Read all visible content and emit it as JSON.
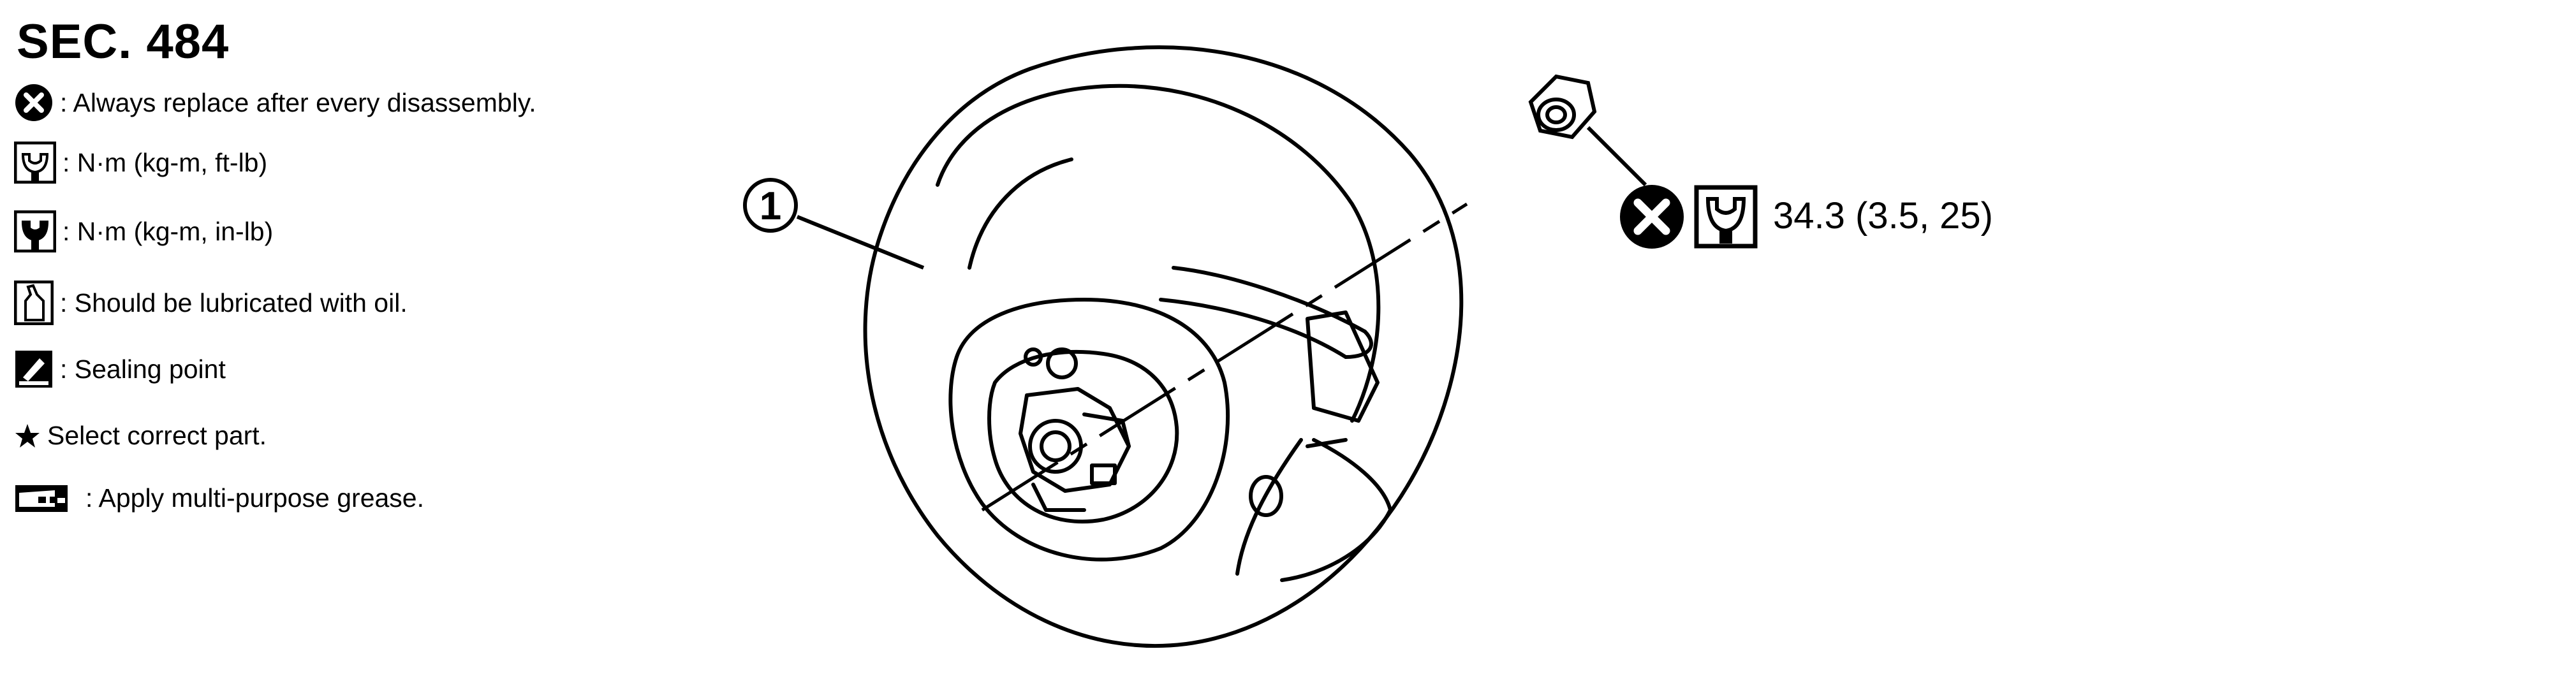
{
  "section": "SEC. 484",
  "legend": [
    {
      "icon": "replace-x-icon",
      "text": ": Always replace after every disassembly."
    },
    {
      "icon": "torque-wrench-icon",
      "text": ": N·m (kg-m, ft-lb)"
    },
    {
      "icon": "torque-wrench-small-icon",
      "text": ": N·m (kg-m, in-lb)"
    },
    {
      "icon": "oil-can-icon",
      "text": ": Should be lubricated with oil."
    },
    {
      "icon": "sealing-icon",
      "text": ": Sealing point"
    },
    {
      "icon": "star-icon",
      "text": " Select correct part."
    },
    {
      "icon": "grease-icon",
      "text": ": Apply multi-purpose grease."
    }
  ],
  "diagram": {
    "part_label": "1",
    "callout_text": "34.3 (3.5, 25)"
  },
  "colors": {
    "ink": "#000000",
    "background": "#ffffff"
  }
}
